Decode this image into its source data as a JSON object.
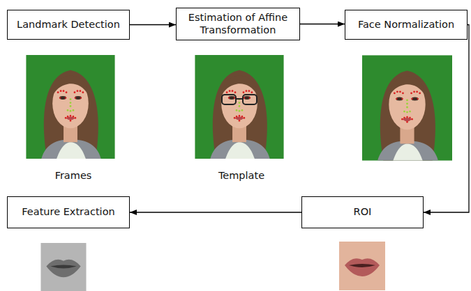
{
  "diagram": {
    "nodes": [
      {
        "text": [
          "Landmark Detection"
        ]
      },
      {
        "text": [
          "Estimation of Affine Transformation"
        ]
      },
      {
        "text": [
          "Face Normalization"
        ]
      },
      {
        "text": [
          "Feature Extraction"
        ]
      },
      {
        "text": [
          "ROI"
        ]
      }
    ],
    "edges": [
      {
        "from": 0,
        "to": 1,
        "arrow": "to"
      },
      {
        "from": 1,
        "to": 2,
        "arrow": "to"
      },
      {
        "from": 2,
        "to": 4,
        "arrow": "to"
      },
      {
        "from": 4,
        "to": 3,
        "arrow": "to"
      }
    ],
    "labels": [
      "Frames",
      "Template"
    ]
  }
}
